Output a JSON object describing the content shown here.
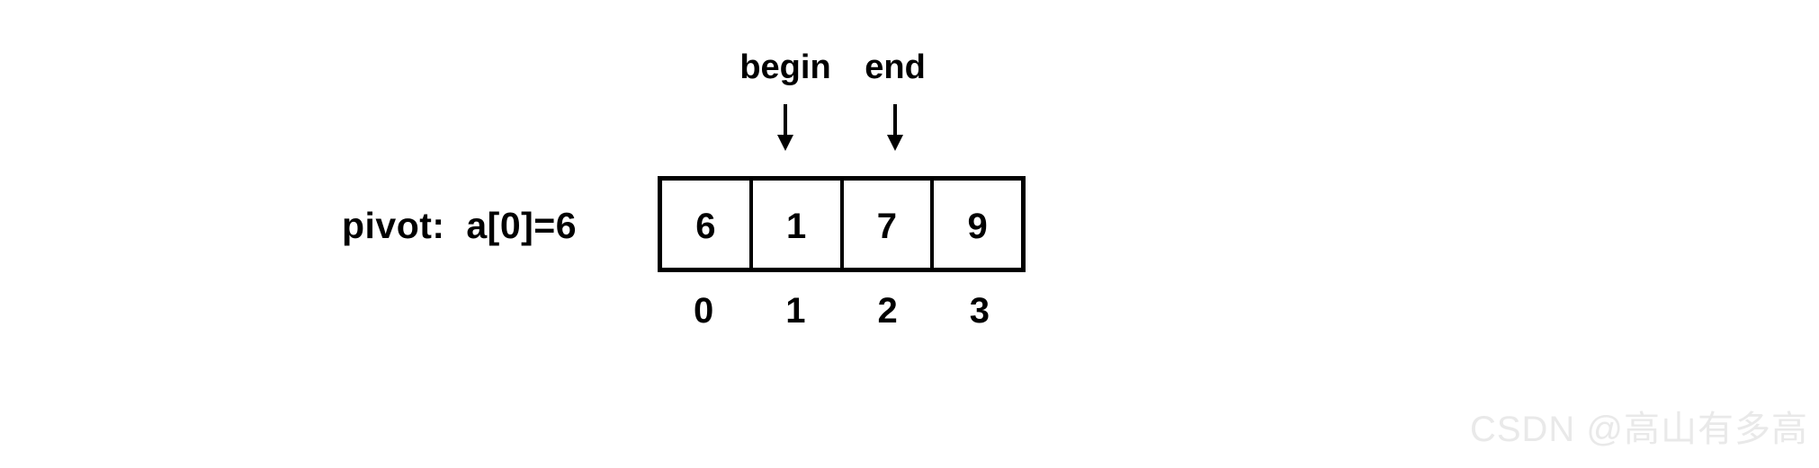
{
  "diagram": {
    "title": "quicksort-partition-step",
    "pivot_caption": "pivot:  a[0]=6",
    "array": {
      "cells": [
        {
          "value": "6",
          "index": "0"
        },
        {
          "value": "1",
          "index": "1"
        },
        {
          "value": "7",
          "index": "2"
        },
        {
          "value": "9",
          "index": "3"
        }
      ]
    },
    "pointers": [
      {
        "name": "begin",
        "label": "begin",
        "arrow_icon": "arrow-down-icon",
        "target_index": "1"
      },
      {
        "name": "end",
        "label": "end",
        "arrow_icon": "arrow-down-icon",
        "target_index": "2"
      }
    ],
    "colors": {
      "background": "#ffffff",
      "stroke": "#000000",
      "text": "#000000",
      "watermark": "#e9e9e9"
    }
  },
  "watermark": {
    "text": "CSDN @高山有多高"
  }
}
